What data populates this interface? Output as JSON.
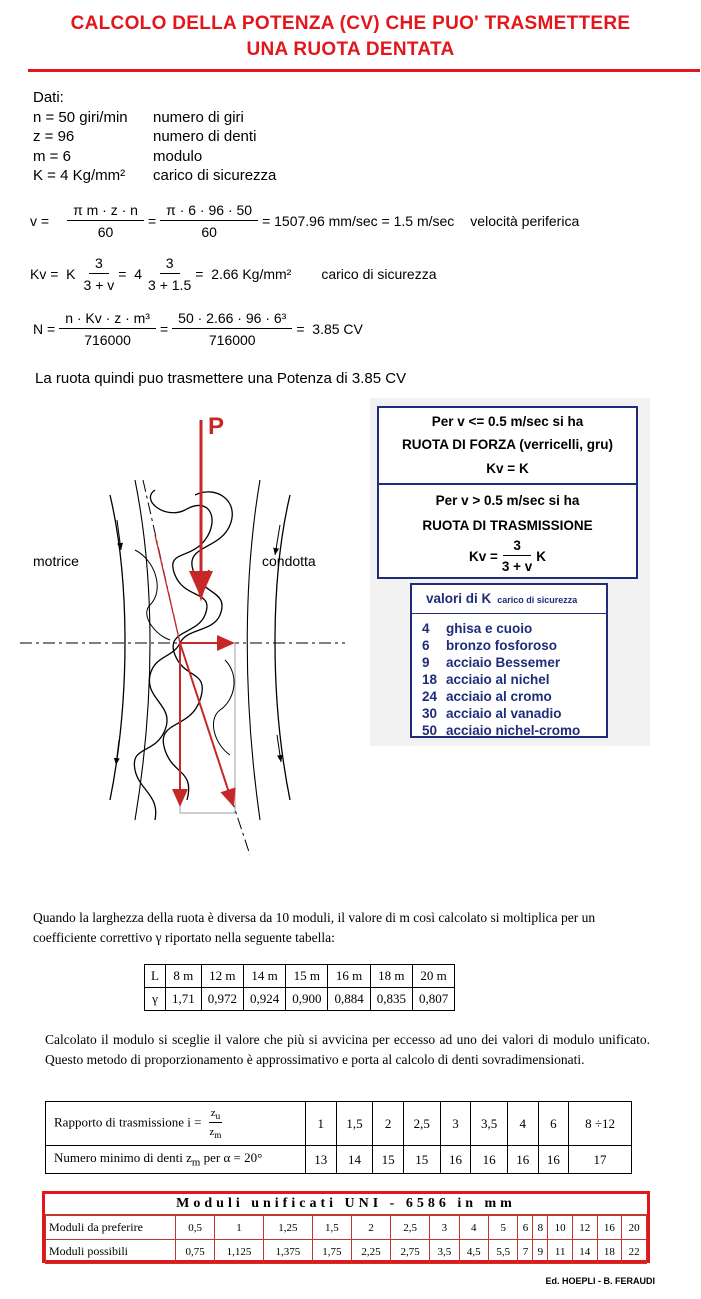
{
  "title": {
    "line1": "CALCOLO DELLA POTENZA (CV) CHE PUO' TRASMETTERE",
    "line2": "UNA RUOTA DENTATA"
  },
  "dati": {
    "heading": "Dati:",
    "rows": [
      {
        "k": "n = 50 giri/min",
        "d": "numero di giri"
      },
      {
        "k": "z = 96",
        "d": "numero di denti"
      },
      {
        "k": "m = 6",
        "d": "modulo"
      },
      {
        "k": "K  = 4 Kg/mm²",
        "d": "carico di sicurezza"
      }
    ]
  },
  "formula_v": {
    "lhs": "v =",
    "num1": "π  m · z · n",
    "den1": "60",
    "eq": "=",
    "num2": "π · 6 · 96 · 50",
    "den2": "60",
    "result": "= 1507.96 mm/sec = 1.5 m/sec",
    "desc": "velocità periferica"
  },
  "formula_kv": {
    "lhs": "Kv =  K",
    "num1": "3",
    "den1": "3 + v",
    "mid": "=  4",
    "num2": "3",
    "den2": "3 + 1.5",
    "result": "=  2.66 Kg/mm²",
    "desc": "carico di sicurezza"
  },
  "formula_n": {
    "lhs": "N =",
    "num1": "n · Kv · z · m³",
    "den1": "716000",
    "eq": "=",
    "num2": "50 · 2.66 · 96 · 6³",
    "den2": "716000",
    "result": "=  3.85 CV"
  },
  "conclusion": "La ruota quindi puo trasmettere una Potenza di 3.85 CV",
  "diagram": {
    "force": "P",
    "left": "motrice",
    "right": "condotta"
  },
  "infobox": {
    "top_cond": "Per v <= 0.5  m/sec   si ha",
    "top_name": "RUOTA DI FORZA  (verricelli, gru)",
    "top_formula": "Kv =  K",
    "bot_cond": "Per v > 0.5  m/sec   si ha",
    "bot_name": "RUOTA DI TRASMISSIONE",
    "bot_lhs": "Kv =",
    "bot_num": "3",
    "bot_den": "3 + v",
    "bot_rhs": "K"
  },
  "kvalues": {
    "heading": "valori di K",
    "subheading": "carico di sicurezza",
    "items": [
      {
        "v": "4",
        "m": "ghisa e cuoio"
      },
      {
        "v": "6",
        "m": "bronzo fosforoso"
      },
      {
        "v": "9",
        "m": "acciaio Bessemer"
      },
      {
        "v": "18",
        "m": "acciaio al nichel"
      },
      {
        "v": "24",
        "m": "acciaio al cromo"
      },
      {
        "v": "30",
        "m": "acciaio al vanadio"
      },
      {
        "v": "50",
        "m": "acciaio nichel-cromo"
      }
    ]
  },
  "para1": "Quando la larghezza della ruota è diversa da 10 moduli, il valore di m così calcolato si moltiplica per un coefficiente correttivo γ riportato nella seguente tabella:",
  "table_gamma": {
    "row1": [
      "L",
      "8 m",
      "12 m",
      "14 m",
      "15 m",
      "16 m",
      "18 m",
      "20 m"
    ],
    "row2": [
      "γ",
      "1,71",
      "0,972",
      "0,924",
      "0,900",
      "0,884",
      "0,835",
      "0,807"
    ]
  },
  "para2": "Calcolato il modulo si sceglie il valore che più si avvicina per eccesso ad uno dei valori di modulo unificato. Questo metodo di proporzionamento è approssimativo e porta al calcolo di denti sovradimensionati.",
  "table_ratio": {
    "label1": "Rapporto di trasmissione   i =",
    "zu": "z",
    "zu_sub": "u",
    "zm": "z",
    "zm_sub": "m",
    "ratios": [
      "1",
      "1,5",
      "2",
      "2,5",
      "3",
      "3,5",
      "4",
      "6",
      "8 ÷12"
    ],
    "label2_pre": "Numero minimo di denti z",
    "label2_sub": "m",
    "label2_post": " per α = 20°",
    "teeth": [
      "13",
      "14",
      "15",
      "15",
      "16",
      "16",
      "16",
      "16",
      "17"
    ]
  },
  "table_uni": {
    "title": "Moduli unificati UNI - 6586 in  mm",
    "row1_label": "Moduli da preferire",
    "row1": [
      "0,5",
      "1",
      "1,25",
      "1,5",
      "2",
      "2,5",
      "3",
      "4",
      "5",
      "6",
      "8",
      "10",
      "12",
      "16",
      "20"
    ],
    "row2_label": "Moduli possibili",
    "row2": [
      "0,75",
      "1,125",
      "1,375",
      "1,75",
      "2,25",
      "2,75",
      "3,5",
      "4,5",
      "5,5",
      "7",
      "9",
      "11",
      "14",
      "18",
      "22"
    ]
  },
  "credit": "Ed. HOEPLI - B. FERAUDI",
  "colors": {
    "red": "#e3171b",
    "navy": "#1f2c7a"
  }
}
